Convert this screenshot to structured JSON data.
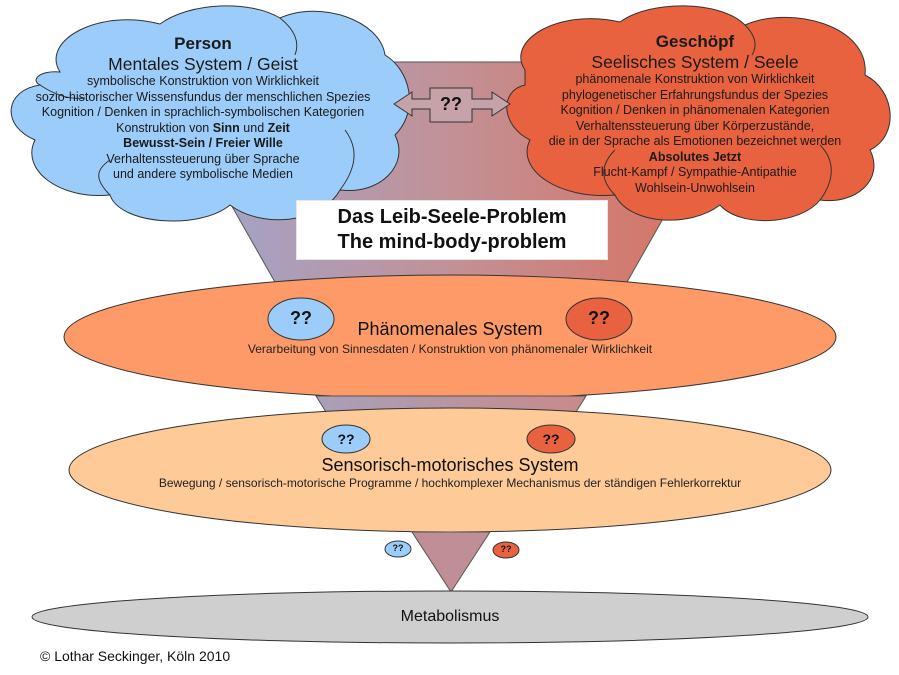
{
  "colors": {
    "mind_blue": "#9ccdfa",
    "soul_red": "#e9623f",
    "phenomenal_orange": "#fe9a68",
    "sensorimotor_peach": "#fdca98",
    "metabolism_grey": "#cfcfcf",
    "funnel_left": "#9fa8cc",
    "funnel_right": "#d46f60"
  },
  "mind_cloud": {
    "category": "Person",
    "title": "Mentales System / Geist",
    "lines": [
      "symbolische Konstruktion von Wirklichkeit",
      "sozio-historischer Wissensfundus der menschlichen Spezies",
      "Kognition / Denken in sprachlich-symbolischen Kategorien"
    ],
    "line_sinn_prefix": "Konstruktion von ",
    "line_sinn_bold1": "Sinn",
    "line_sinn_mid": " und ",
    "line_sinn_bold2": "Zeit",
    "bold_line": "Bewusst-Sein / Freier Wille",
    "tail_lines": [
      "Verhaltenssteuerung über Sprache",
      "und andere symbolische Medien"
    ]
  },
  "soul_cloud": {
    "category": "Geschöpf",
    "title": "Seelisches System / Seele",
    "lines": [
      "phänomenale Konstruktion von Wirklichkeit",
      "phylogenetischer Erfahrungsfundus der Spezies",
      "Kognition / Denken in phänomenalen Kategorien",
      "Verhaltenssteuerung über Körperzustände,",
      "die in der Sprache als Emotionen bezeichnet werden"
    ],
    "bold_line": "Absolutes Jetzt",
    "tail_lines": [
      "Flucht-Kampf / Sympathie-Antipathie",
      "Wohlsein-Unwohlsein"
    ]
  },
  "connector": {
    "label": "??"
  },
  "title_box": {
    "line1": "Das Leib-Seele-Problem",
    "line2": "The mind-body-problem"
  },
  "phenomenal_system": {
    "title": "Phänomenales System",
    "subtitle": "Verarbeitung von Sinnesdaten / Konstruktion von phänomenaler Wirklichkeit",
    "mind_marker": "??",
    "soul_marker": "??"
  },
  "sensorimotor_system": {
    "title": "Sensorisch-motorisches System",
    "subtitle": "Bewegung / sensorisch-motorische Programme / hochkomplexer Mechanismus der ständigen Fehlerkorrektur",
    "mind_marker": "??",
    "soul_marker": "??"
  },
  "metabolism": {
    "title": "Metabolismus",
    "mind_marker": "??",
    "soul_marker": "??"
  },
  "copyright": "© Lothar Seckinger, Köln 2010"
}
